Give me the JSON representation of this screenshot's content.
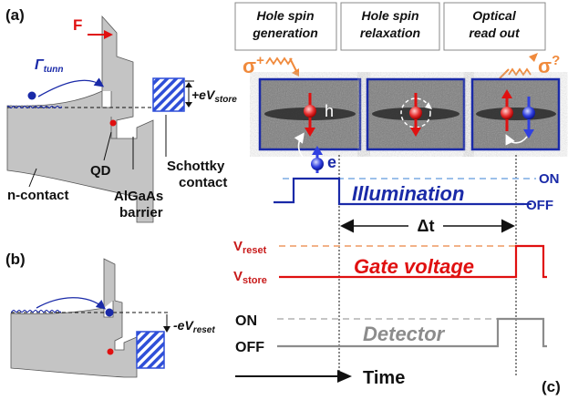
{
  "panel_labels": {
    "a": "(a)",
    "b": "(b)",
    "c": "(c)"
  },
  "band_diagram_a": {
    "field": "F",
    "tunnel_rate": "Γ",
    "tunnel_rate_sub": "tunn",
    "store_prefix": "+eV",
    "store_sub": "store",
    "qd": "QD",
    "n_contact": "n-contact",
    "barrier_line1": "AlGaAs",
    "barrier_line2": "barrier",
    "schottky_line1": "Schottky",
    "schottky_line2": "contact"
  },
  "band_diagram_b": {
    "reset_prefix": "-eV",
    "reset_sub": "reset"
  },
  "stages": [
    {
      "line1": "Hole spin",
      "line2": "generation"
    },
    {
      "line1": "Hole spin",
      "line2": "relaxation"
    },
    {
      "line1": "Optical",
      "line2": "read out"
    }
  ],
  "photon_labels": {
    "sigma_plus": "σ",
    "sigma_plus_sup": "+",
    "sigma_query": "σ",
    "sigma_query_sup": "?"
  },
  "carrier_labels": {
    "hole": "h",
    "electron": "e"
  },
  "timing": {
    "illumination": "Illumination",
    "illum_on": "ON",
    "illum_off": "OFF",
    "delta_t": "Δt",
    "v_reset_prefix": "V",
    "v_reset_sub": "reset",
    "v_store_prefix": "V",
    "v_store_sub": "store",
    "gate_voltage": "Gate voltage",
    "det_on": "ON",
    "det_off": "OFF",
    "detector": "Detector",
    "time": "Time"
  },
  "colors": {
    "blue": "#0a14c8",
    "red": "#e01010",
    "orange": "#f08a3c",
    "gray_band": "#c4c4c4",
    "dark": "#111111",
    "dashed_blue": "#8fb8e8",
    "dashed_red": "#f0a878",
    "detector_gray": "#8c8c8c"
  }
}
